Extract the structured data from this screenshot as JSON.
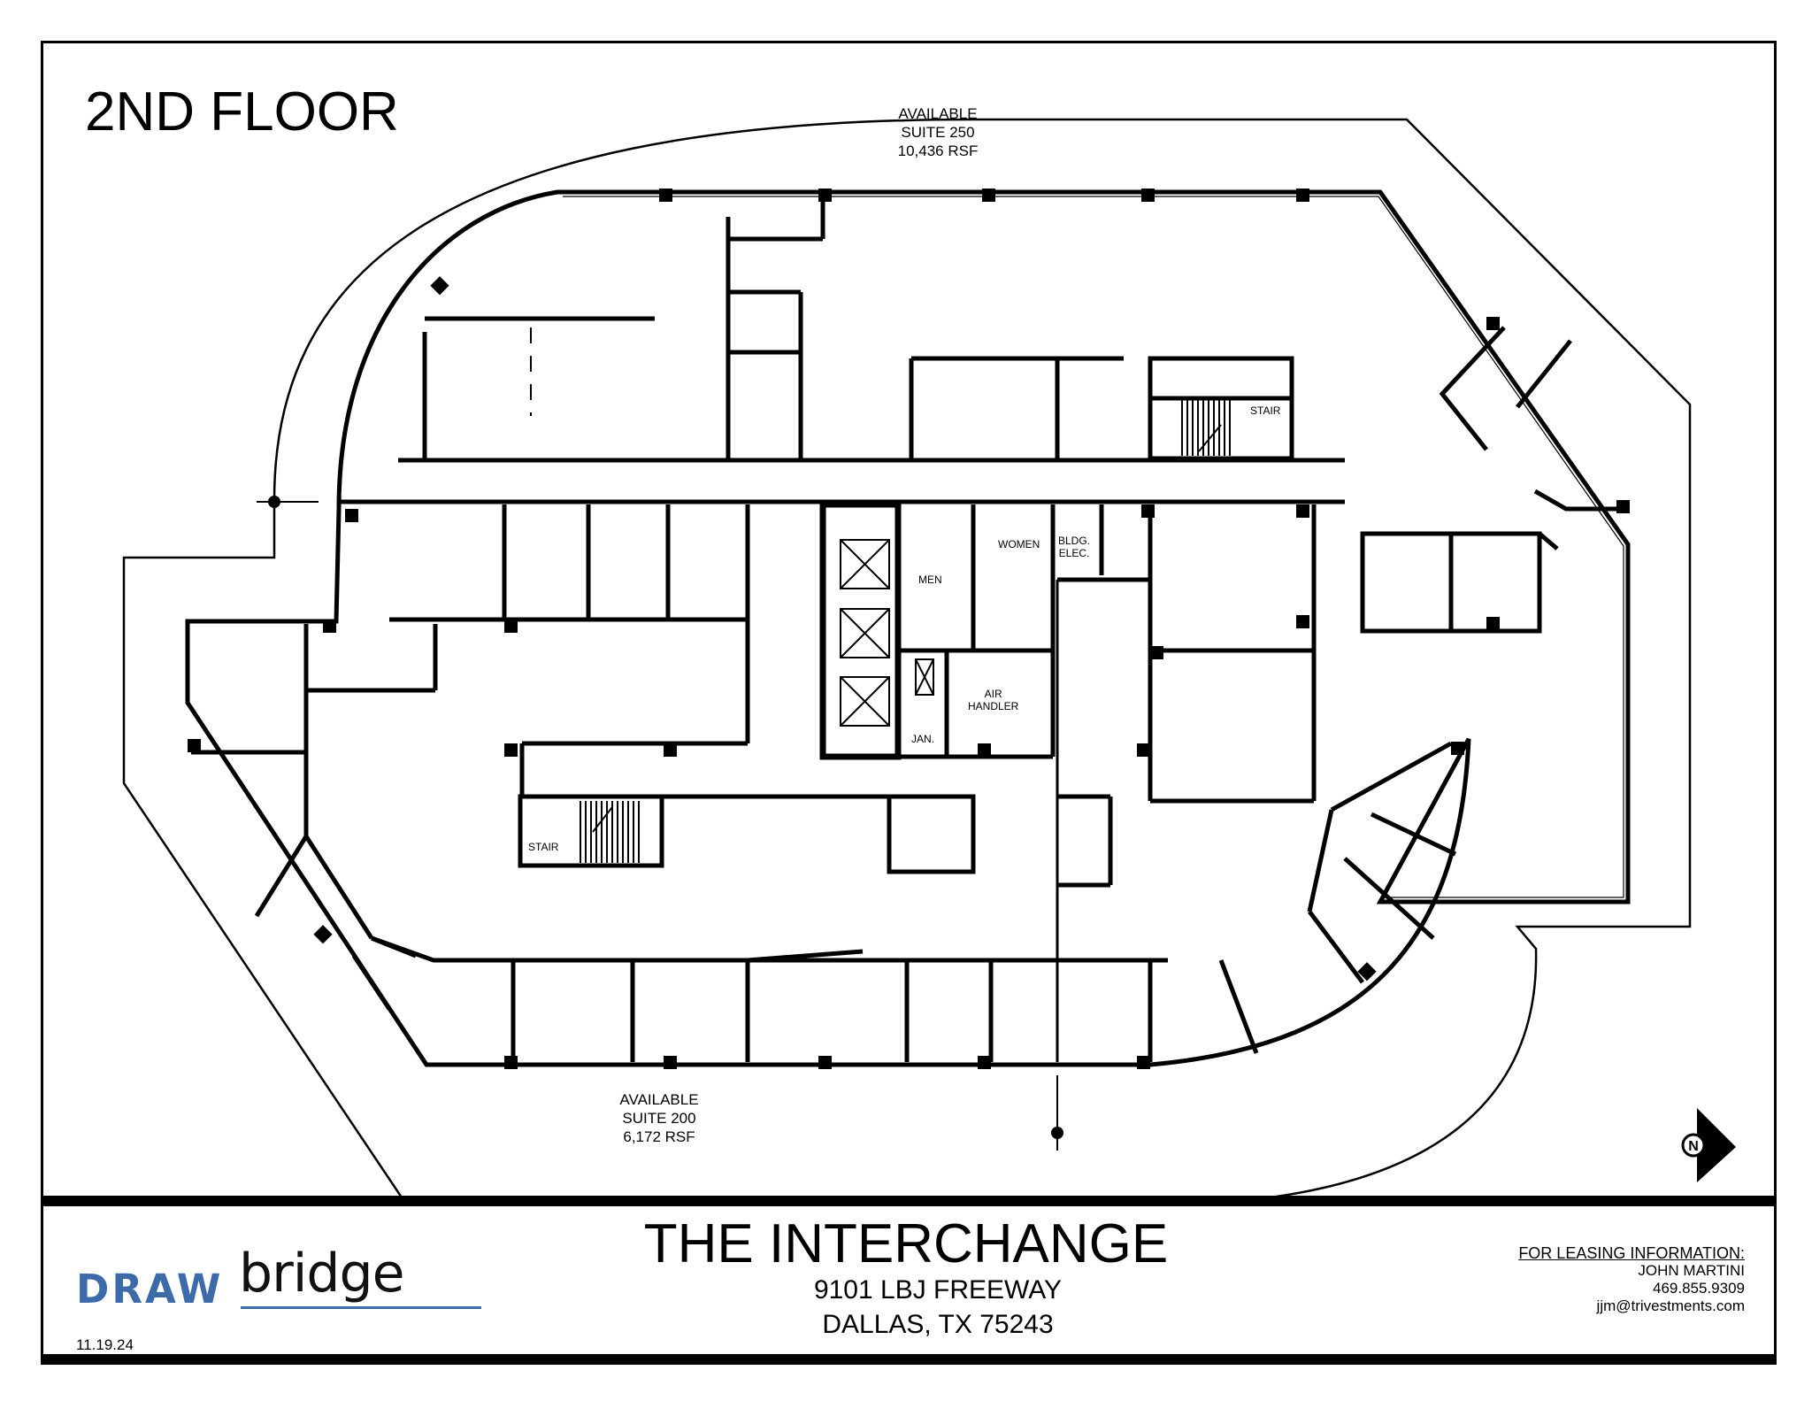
{
  "plan": {
    "floor_title": "2ND FLOOR",
    "suites": [
      {
        "status": "AVAILABLE",
        "name": "SUITE 250",
        "area": "10,436 RSF"
      },
      {
        "status": "AVAILABLE",
        "name": "SUITE 200",
        "area": "6,172 RSF"
      }
    ],
    "rooms": {
      "men": "MEN",
      "women": "WOMEN",
      "bldg_elec_1": "BLDG.",
      "bldg_elec_2": "ELEC.",
      "air_handler_1": "AIR",
      "air_handler_2": "HANDLER",
      "jan": "JAN.",
      "stair_north": "STAIR",
      "stair_south": "STAIR"
    },
    "north_arrow": {
      "letter": "N",
      "icon": "north-arrow-icon"
    }
  },
  "title_block": {
    "building_name": "THE INTERCHANGE",
    "address_line1": "9101 LBJ FREEWAY",
    "address_line2": "DALLAS, TX  75243",
    "logo": {
      "part1": "DRAW",
      "part2": "bridge",
      "brand_color": "#3d6aa8"
    },
    "date": "11.19.24",
    "leasing": {
      "heading": "FOR LEASING INFORMATION:",
      "contact_name": "JOHN MARTINI",
      "phone": "469.855.9309",
      "email": "jjm@trivestments.com"
    }
  }
}
